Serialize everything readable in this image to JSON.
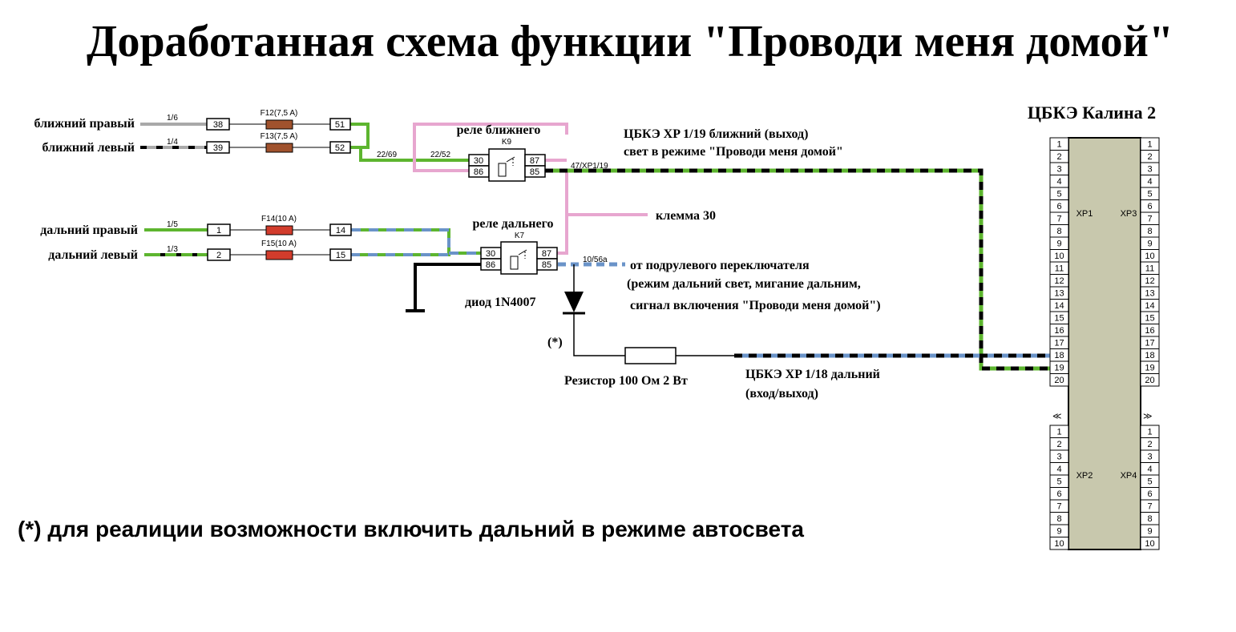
{
  "title": "Доработанная схема функции \"Проводи меня домой\"",
  "ecu": {
    "title": "ЦБКЭ Калина 2",
    "xp1": "XP1",
    "xp2": "XP2",
    "xp3": "XP3",
    "xp4": "XP4",
    "pins_top": [
      "1",
      "2",
      "3",
      "4",
      "5",
      "6",
      "7",
      "8",
      "9",
      "10",
      "11",
      "12",
      "13",
      "14",
      "15",
      "16",
      "17",
      "18",
      "19",
      "20"
    ],
    "pins_bottom": [
      "1",
      "2",
      "3",
      "4",
      "5",
      "6",
      "7",
      "8",
      "9",
      "10"
    ]
  },
  "lamps": {
    "low_right": "ближний правый",
    "low_left": "ближний левый",
    "high_right": "дальний правый",
    "high_left": "дальний левый"
  },
  "wires": {
    "w16": "1/6",
    "w14": "1/4",
    "w15": "1/5",
    "w13": "1/3",
    "w2269": "22/69",
    "w2252": "22/52",
    "w47": "47/XP1/19",
    "w1056": "10/56a"
  },
  "terminals": {
    "t38": "38",
    "t39": "39",
    "t51": "51",
    "t52": "52",
    "t1": "1",
    "t2": "2",
    "t14": "14",
    "t15": "15"
  },
  "fuses": {
    "f12": "F12(7,5 A)",
    "f13": "F13(7,5 A)",
    "f14": "F14(10 A)",
    "f15": "F15(10 A)"
  },
  "relay_low": {
    "label": "реле ближнего",
    "id": "K9",
    "p30": "30",
    "p86": "86",
    "p87": "87",
    "p85": "85"
  },
  "relay_high": {
    "label": "реле дальнего",
    "id": "K7",
    "p30": "30",
    "p86": "86",
    "p87": "87",
    "p85": "85"
  },
  "notes": {
    "out_line1": "ЦБКЭ XP 1/19 ближний (выход)",
    "out_line2": "свет в режиме \"Проводи меня домой\"",
    "klemma": "клемма 30",
    "switch_line1": "от подрулевого переключателя",
    "switch_line2": "(режим дальний свет, мигание дальним,",
    "switch_line3": "сигнал включения \"Проводи меня домой\")",
    "diode": "диод 1N4007",
    "star": "(*)",
    "resistor": "Резистор 100 Ом 2 Вт",
    "in_line1": "ЦБКЭ XP 1/18 дальний",
    "in_line2": "(вход/выход)",
    "footnote": "(*) для реалиции возможности включить дальний в режиме автосвета"
  },
  "colors": {
    "green": "#5db52f",
    "pink": "#e7a6cf",
    "blue": "#6a93c8",
    "grey": "#a9a9a9",
    "fuse_brown": "#a0522d",
    "fuse_red": "#d23c2c",
    "ecu_body": "#c8c8ad"
  }
}
